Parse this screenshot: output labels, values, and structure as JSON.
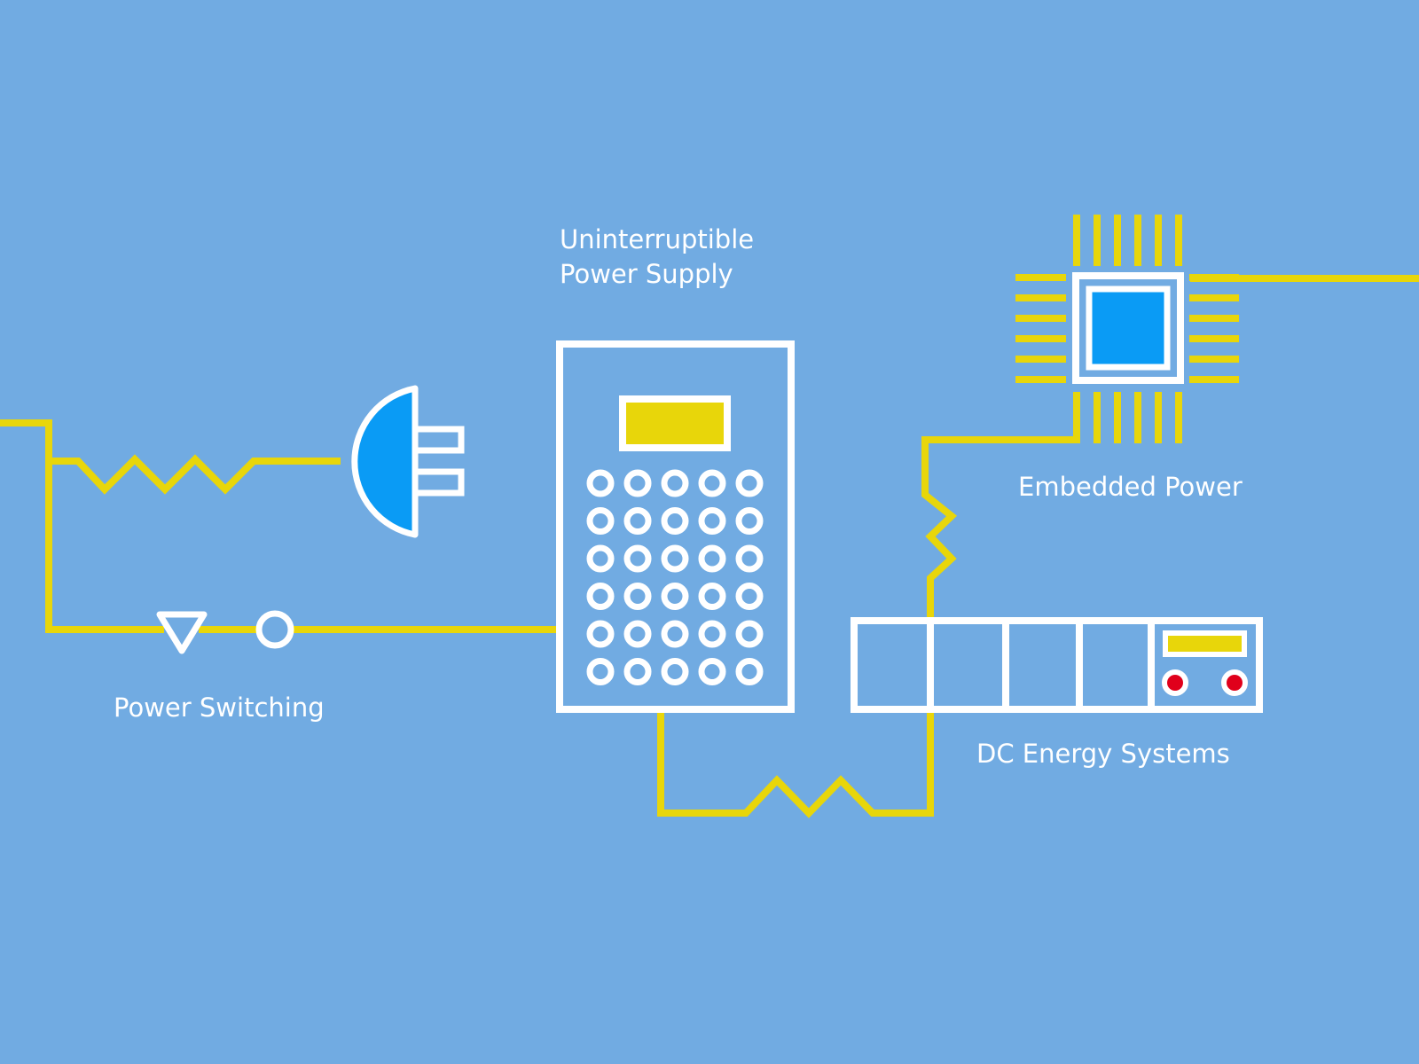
{
  "labels": {
    "ups_line1": "Uninterruptible",
    "ups_line2": "Power Supply",
    "embedded_power": "Embedded Power",
    "power_switching": "Power Switching",
    "dc_energy_systems": "DC Energy Systems"
  },
  "colors": {
    "background": "#71abe2",
    "wire": "#e8d60a",
    "outline": "#ffffff",
    "chip_core": "#0a9bf5",
    "plug_body": "#0a9bf5",
    "ups_display": "#e8d60a",
    "dc_display": "#e8d60a",
    "dc_indicator": "#e0001b"
  },
  "icons": {
    "plug": "plug-icon",
    "chip": "microchip-icon",
    "ups": "ups-unit-icon",
    "dc_rack": "dc-rack-icon",
    "switch": "switch-icon"
  }
}
